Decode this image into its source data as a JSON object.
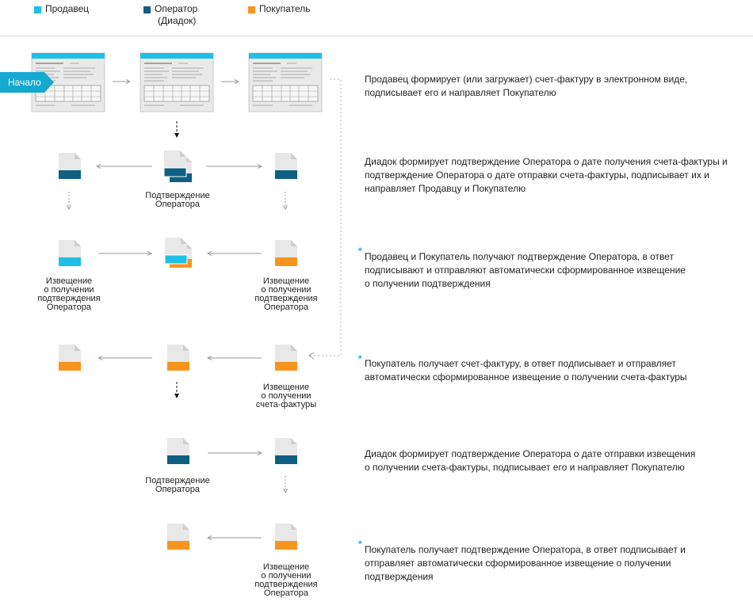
{
  "legend": {
    "seller": "Продавец",
    "operator_line1": "Оператор",
    "operator_line2": "(Диадок)",
    "buyer": "Покупатель"
  },
  "colors": {
    "seller": "#1ec0e6",
    "operator": "#0f5f82",
    "buyer": "#f7941d",
    "start": "#15a9cf"
  },
  "start_label": "Начало",
  "captions": {
    "op_confirm_1_l1": "Подтверждение",
    "op_confirm_1_l2": "Оператора",
    "notice_left_l1": "Извещение",
    "notice_left_l2": "о получении",
    "notice_left_l3": "подтверждения",
    "notice_left_l4": "Оператора",
    "notice_right_l1": "Извещение",
    "notice_right_l2": "о получении",
    "notice_right_l3": "подтверждения",
    "notice_right_l4": "Оператора",
    "notice_invoice_l1": "Извещение",
    "notice_invoice_l2": "о получении",
    "notice_invoice_l3": "счета-фактуры",
    "op_confirm_2_l1": "Подтверждение",
    "op_confirm_2_l2": "Оператора",
    "notice_final_l1": "Извещение",
    "notice_final_l2": "о получении",
    "notice_final_l3": "подтверждения",
    "notice_final_l4": "Оператора"
  },
  "steps": [
    {
      "text": "Продавец формирует (или загружает) счет-фактуру в электронном виде,\nподписывает его и направляет Покупателю",
      "star": ""
    },
    {
      "text": "Диадок формирует подтверждение Оператора о дате получения счета-фактуры и\nподтверждение Оператора о дате отправки счета-фактуры, подписывает их и\nнаправляет Продавцу и Покупателю",
      "star": ""
    },
    {
      "text": "Продавец и Покупатель получают подтверждение Оператора, в ответ\nподписывают и отправляют автоматически сформированное извещение\nо получении подтверждения",
      "star": "*"
    },
    {
      "text": "Покупатель получает счет-фактуру, в ответ подписывает и отправляет\nавтоматически сформированное извещение о получении счета-фактуры",
      "star": "*"
    },
    {
      "text": "Диадок формирует подтверждение Оператора о дате отправки извещения\nо получении счета-фактуры, подписывает его и направляет Покупателю",
      "star": ""
    },
    {
      "text": "Покупатель получает подтверждение Оператора, в ответ подписывает и\nотправляет автоматически сформированное извещение о получении\nподтверждения",
      "star": "*"
    }
  ]
}
